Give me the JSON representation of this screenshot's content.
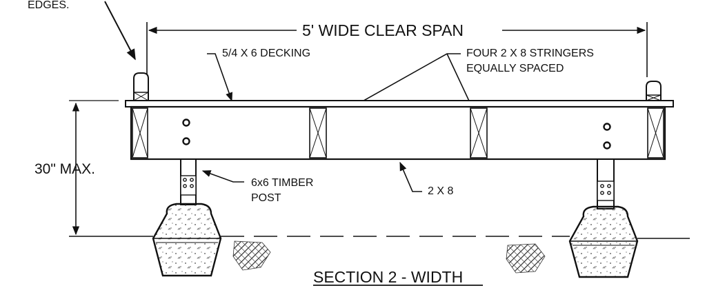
{
  "annotations": {
    "edges_fragment": "EDGES.",
    "span": "5' WIDE CLEAR SPAN",
    "decking": "5/4 X 6 DECKING",
    "stringers_line1": "FOUR 2 X 8 STRINGERS",
    "stringers_line2": "EQUALLY SPACED",
    "max_height": "30\" MAX.",
    "post_line1": "6x6 TIMBER",
    "post_line2": "POST",
    "joist": "2 X 8"
  },
  "caption": "SECTION 2 - WIDTH"
}
